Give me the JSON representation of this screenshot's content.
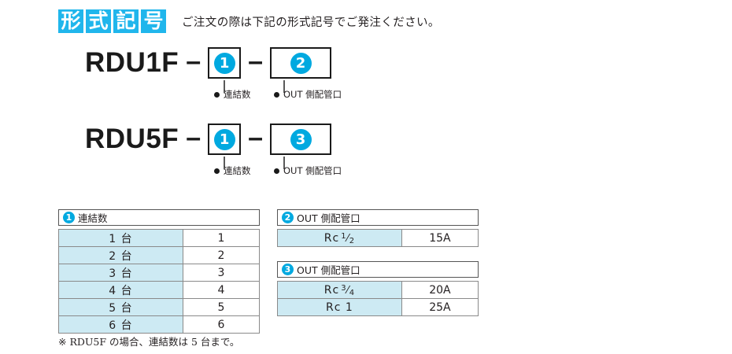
{
  "header": {
    "title_tiles": [
      "形",
      "式",
      "記",
      "号"
    ],
    "note": "ご注文の際は下記の形式記号でご発注ください。"
  },
  "models": [
    {
      "code": "RDU1F",
      "dash1": "–",
      "dash2": "–",
      "slot1": "❶",
      "slot1_num": "1",
      "slot2": "❷",
      "slot2_num": "2",
      "callout1": "連結数",
      "callout2": "OUT 側配管口"
    },
    {
      "code": "RDU5F",
      "dash1": "–",
      "dash2": "–",
      "slot1": "❶",
      "slot1_num": "1",
      "slot2": "❸",
      "slot2_num": "3",
      "callout1": "連結数",
      "callout2": "OUT 側配管口"
    }
  ],
  "tables": {
    "renketsu": {
      "badge": "1",
      "caption": "連結数",
      "rows": [
        {
          "label": "1 台",
          "value": "1"
        },
        {
          "label": "2 台",
          "value": "2"
        },
        {
          "label": "3 台",
          "value": "3"
        },
        {
          "label": "4 台",
          "value": "4"
        },
        {
          "label": "5 台",
          "value": "5"
        },
        {
          "label": "6 台",
          "value": "6"
        }
      ]
    },
    "out_port_2": {
      "badge": "2",
      "caption": "OUT 側配管口",
      "rows": [
        {
          "label": "Rc",
          "frac_num": "1",
          "frac_den": "2",
          "value": "15A"
        }
      ]
    },
    "out_port_3": {
      "badge": "3",
      "caption": "OUT 側配管口",
      "rows": [
        {
          "label": "Rc",
          "frac_num": "3",
          "frac_den": "4",
          "value": "20A"
        },
        {
          "label": "Rc 1",
          "frac_num": "",
          "frac_den": "",
          "value": "25A"
        }
      ]
    }
  },
  "footnote": "※ RDU5F の場合、連結数は 5 台まで。",
  "colors": {
    "accent_cyan": "#20b6ec",
    "badge_blue": "#00a9e0",
    "row_fill": "#cdeaf3",
    "text": "#231f20"
  }
}
